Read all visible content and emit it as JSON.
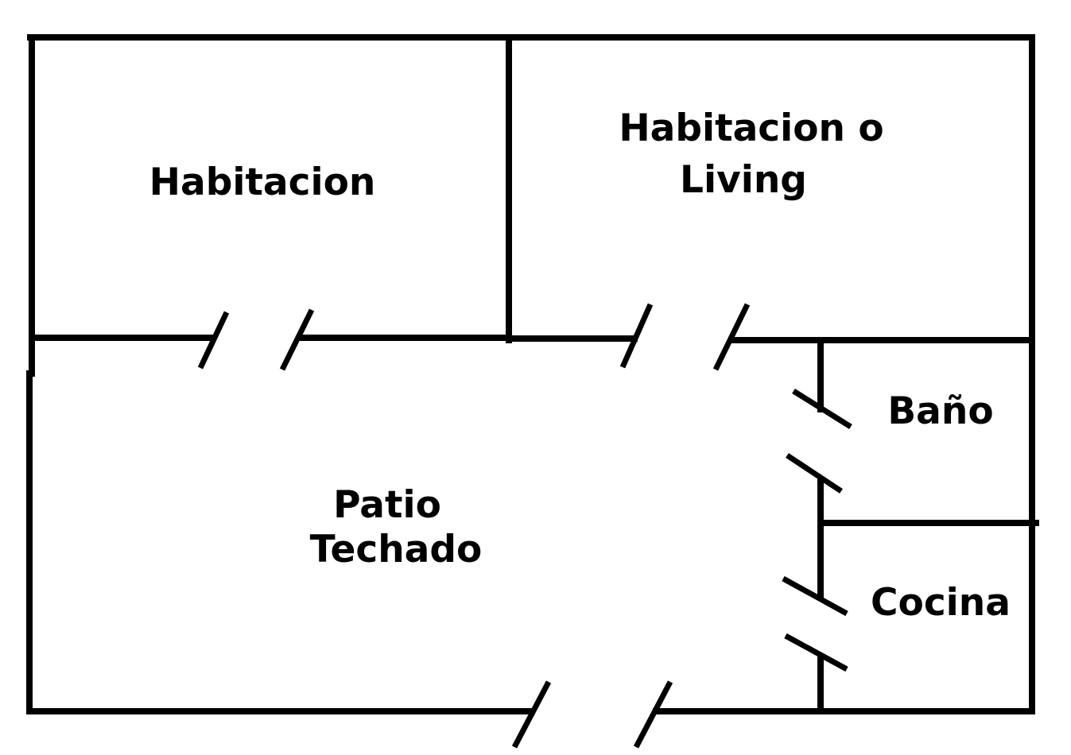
{
  "rooms": {
    "habitacion": "Habitacion",
    "habitacion_living_line1": "Habitacion o",
    "habitacion_living_line2": "Living",
    "bano": "Baño",
    "patio_line1": "Patio",
    "patio_line2": "Techado",
    "cocina": "Cocina"
  },
  "colors": {
    "line": "#000000",
    "background": "#ffffff"
  }
}
